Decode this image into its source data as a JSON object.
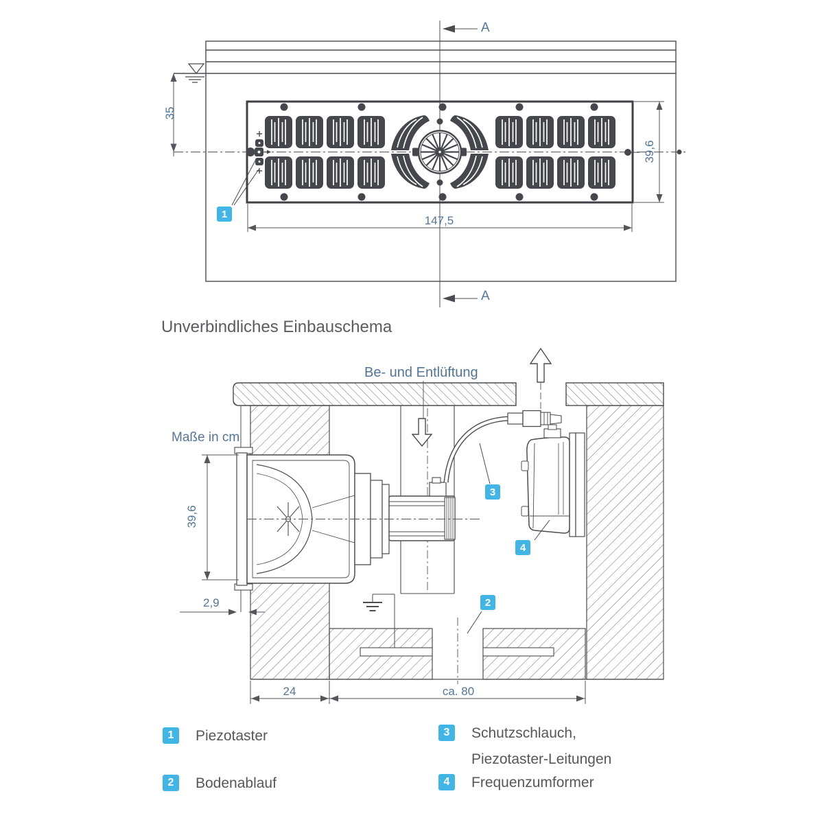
{
  "colors": {
    "accent_cyan": "#41b5e5",
    "line_dark": "#4a4c52",
    "grille_fill": "#45474c",
    "dimension_text_blue": "#527699",
    "body_text_gray": "#56575b"
  },
  "top_view": {
    "section_label_top": "A",
    "section_label_bottom": "A",
    "dim_depth": "35",
    "dim_height": "39,6",
    "dim_width": "147,5",
    "callout_piezo": "1"
  },
  "schematic": {
    "title": "Unverbindliches Einbauschema",
    "vent_label": "Be- und Entlüftung",
    "units_label": "Maße in cm",
    "dim_height": "39,6",
    "dim_plate": "2,9",
    "dim_wall": "24",
    "dim_pit": "ca. 80",
    "callout_drain": "2",
    "callout_hose": "3",
    "callout_converter": "4"
  },
  "legend": {
    "items": [
      {
        "num": "1",
        "label": "Piezotaster"
      },
      {
        "num": "2",
        "label": "Bodenablauf"
      },
      {
        "num": "3",
        "label": "Schutzschlauch,\nPiezotaster-Leitungen"
      },
      {
        "num": "4",
        "label": "Frequenzumformer"
      }
    ]
  }
}
